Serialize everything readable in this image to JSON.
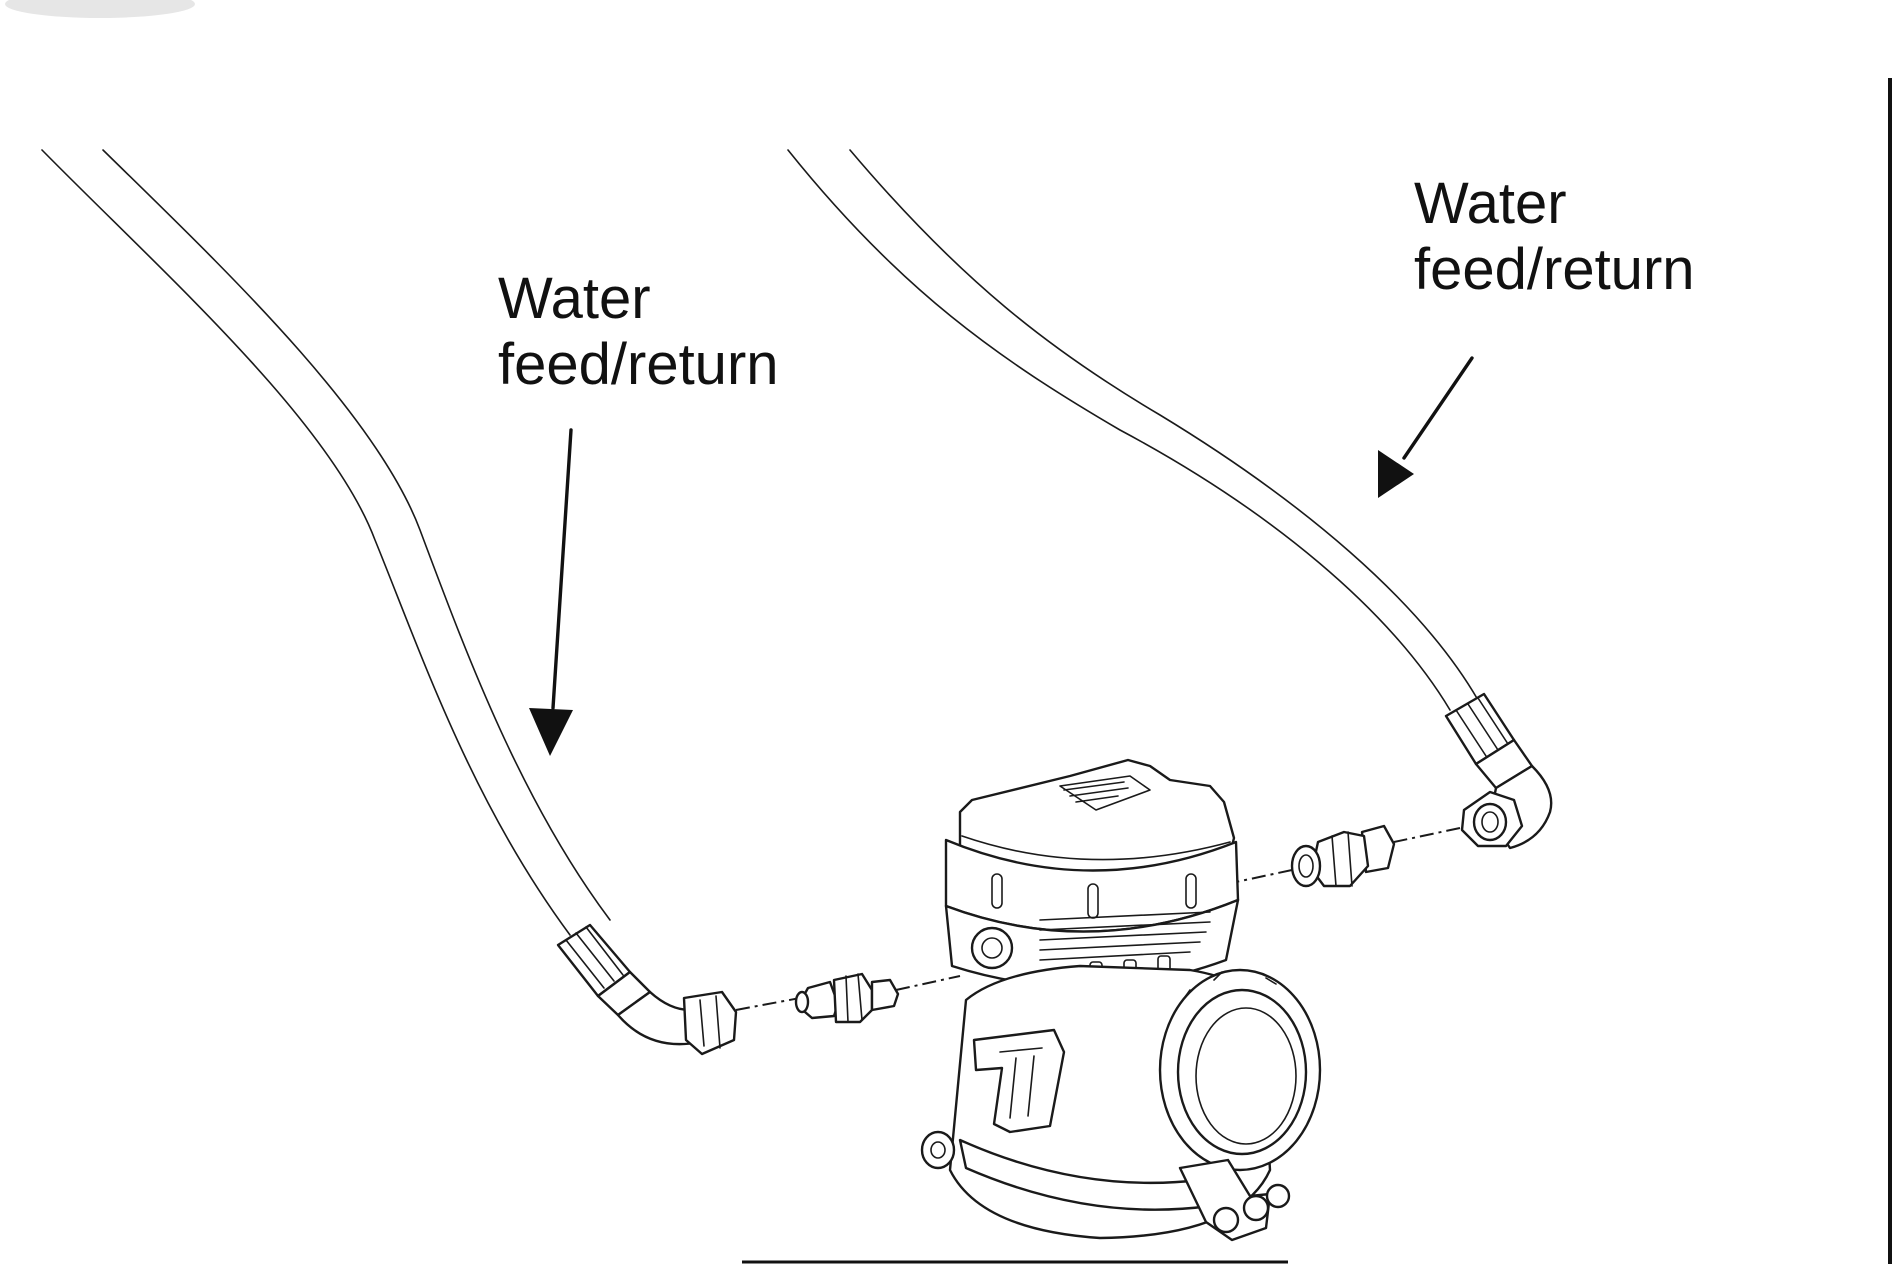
{
  "callouts": [
    {
      "line1": "Water",
      "line2": "feed/return"
    },
    {
      "line1": "Water",
      "line2": "feed/return"
    }
  ]
}
